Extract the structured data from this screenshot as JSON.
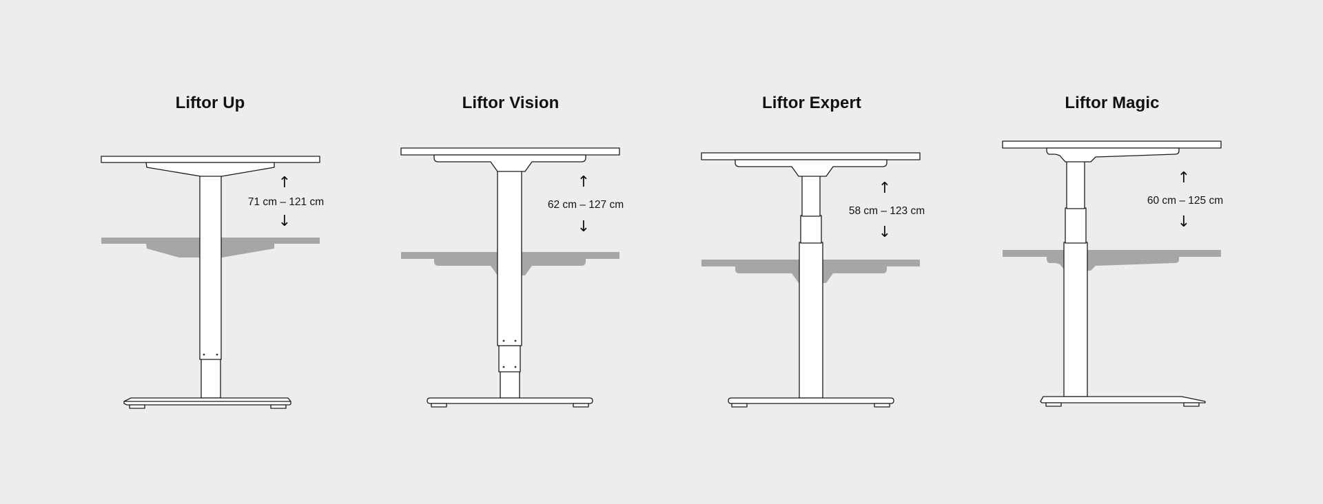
{
  "products": [
    {
      "name": "Liftor Up",
      "height_range": "71 cm – 121 cm",
      "min_height_cm": 71,
      "max_height_cm": 121,
      "up_arrow": "↑",
      "down_arrow": "↓"
    },
    {
      "name": "Liftor Vision",
      "height_range": "62 cm – 127 cm",
      "min_height_cm": 62,
      "max_height_cm": 127,
      "up_arrow": "↑",
      "down_arrow": "↓"
    },
    {
      "name": "Liftor Expert",
      "height_range": "58 cm – 123 cm",
      "min_height_cm": 58,
      "max_height_cm": 123,
      "up_arrow": "↑",
      "down_arrow": "↓"
    },
    {
      "name": "Liftor Magic",
      "height_range": "60 cm – 125 cm",
      "min_height_cm": 60,
      "max_height_cm": 125,
      "up_arrow": "↑",
      "down_arrow": "↓"
    }
  ],
  "colors": {
    "background": "#eceeed",
    "line": "#1a1a1a",
    "fill": "#ffffff",
    "ghost_desk": "#a6a6a6"
  }
}
